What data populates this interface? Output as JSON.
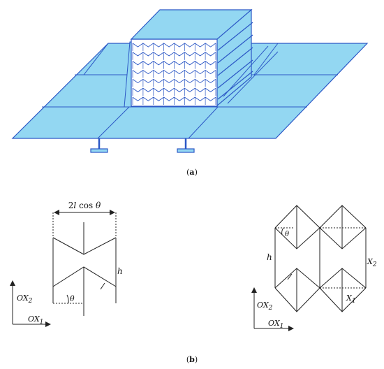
{
  "panels": {
    "a": {
      "caption_open": "(",
      "caption_letter": "a",
      "caption_close": ")"
    },
    "b": {
      "caption_open": "(",
      "caption_letter": "b",
      "caption_close": ")"
    }
  },
  "labels": {
    "width_dim": {
      "coef": "2",
      "var": "l",
      "fn": " cos ",
      "angle": "θ"
    },
    "left_h": "h",
    "left_theta": "θ",
    "left_axis_x2": {
      "base": "OX",
      "sub": "2"
    },
    "left_axis_x1": {
      "base": "OX",
      "sub": "1"
    },
    "right_h": "h",
    "right_theta": "θ",
    "right_x2": {
      "base": "X",
      "sub": "2"
    },
    "right_x1": {
      "base": "X",
      "sub": "1"
    },
    "right_axis_x2": {
      "base": "OX",
      "sub": "2"
    },
    "right_axis_x1": {
      "base": "OX",
      "sub": "1"
    }
  },
  "colors": {
    "panel_fill": "#93d7f2",
    "panel_edge": "#2c58c6",
    "core_fill": "#ffffff",
    "line": "#222222"
  }
}
